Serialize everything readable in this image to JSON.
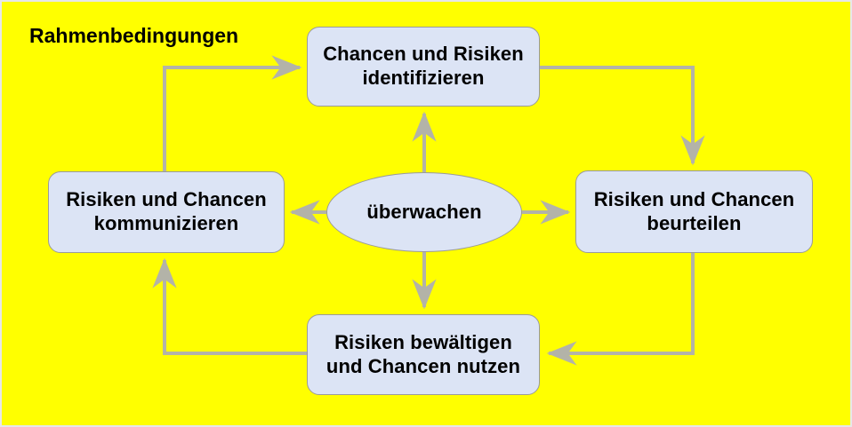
{
  "diagram": {
    "title": "Rahmenbedingungen",
    "background_color": "#FFFF00",
    "node_fill_color": "#DCE4F5",
    "node_border_color": "#9A9A9A",
    "arrow_color": "#B3B3A8",
    "text_color": "#000000",
    "nodes": {
      "center": {
        "label": "überwachen",
        "shape": "ellipse"
      },
      "top": {
        "line1": "Chancen und Risiken",
        "line2": "identifizieren",
        "shape": "rounded-rectangle"
      },
      "right": {
        "line1": "Risiken und Chancen",
        "line2": "beurteilen",
        "shape": "rounded-rectangle"
      },
      "bottom": {
        "line1": "Risiken bewältigen",
        "line2": "und Chancen nutzen",
        "shape": "rounded-rectangle"
      },
      "left": {
        "line1": "Risiken und Chancen",
        "line2": "kommunizieren",
        "shape": "rounded-rectangle"
      }
    },
    "connectors": [
      {
        "name": "left-to-top",
        "from": "left",
        "to": "top",
        "style": "elbow"
      },
      {
        "name": "top-to-right",
        "from": "top",
        "to": "right",
        "style": "elbow"
      },
      {
        "name": "right-to-bottom",
        "from": "right",
        "to": "bottom",
        "style": "elbow"
      },
      {
        "name": "bottom-to-left",
        "from": "bottom",
        "to": "left",
        "style": "elbow"
      },
      {
        "name": "center-to-top",
        "from": "center",
        "to": "top",
        "style": "straight"
      },
      {
        "name": "center-to-right",
        "from": "center",
        "to": "right",
        "style": "straight"
      },
      {
        "name": "center-to-bottom",
        "from": "center",
        "to": "bottom",
        "style": "straight"
      },
      {
        "name": "center-to-left",
        "from": "center",
        "to": "left",
        "style": "straight"
      }
    ]
  }
}
